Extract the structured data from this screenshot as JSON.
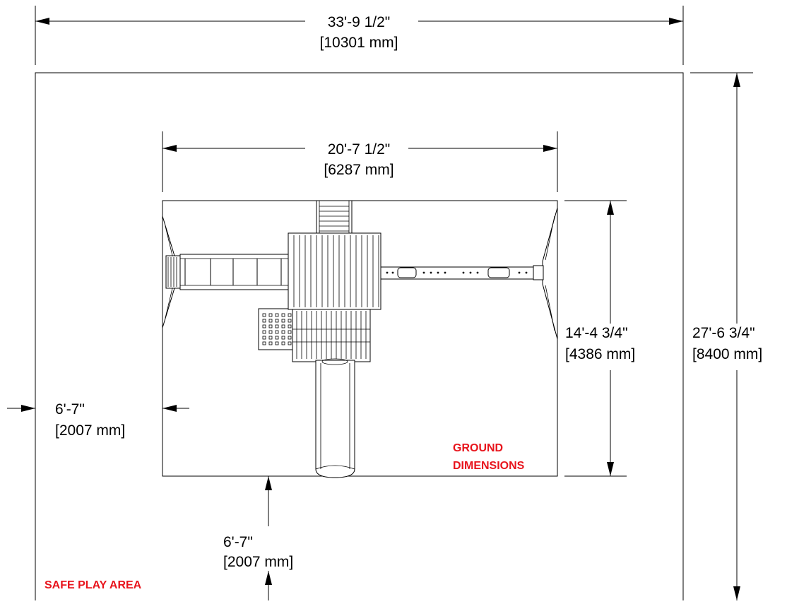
{
  "colors": {
    "label_red": "#e8141c",
    "line": "#000000"
  },
  "dimensions": {
    "overall_width": {
      "imperial": "33'-9 1/2\"",
      "metric": "[10301 mm]"
    },
    "overall_depth": {
      "imperial": "27'-6 3/4\"",
      "metric": "[8400 mm]"
    },
    "ground_width": {
      "imperial": "20'-7 1/2\"",
      "metric": "[6287 mm]"
    },
    "ground_depth": {
      "imperial": "14'-4 3/4\"",
      "metric": "[4386 mm]"
    },
    "side_clearance": {
      "imperial": "6'-7\"",
      "metric": "[2007 mm]"
    },
    "front_clearance": {
      "imperial": "6'-7\"",
      "metric": "[2007 mm]"
    }
  },
  "labels": {
    "ground_line1": "GROUND",
    "ground_line2": "DIMENSIONS",
    "safe_play_area": "SAFE PLAY AREA"
  }
}
